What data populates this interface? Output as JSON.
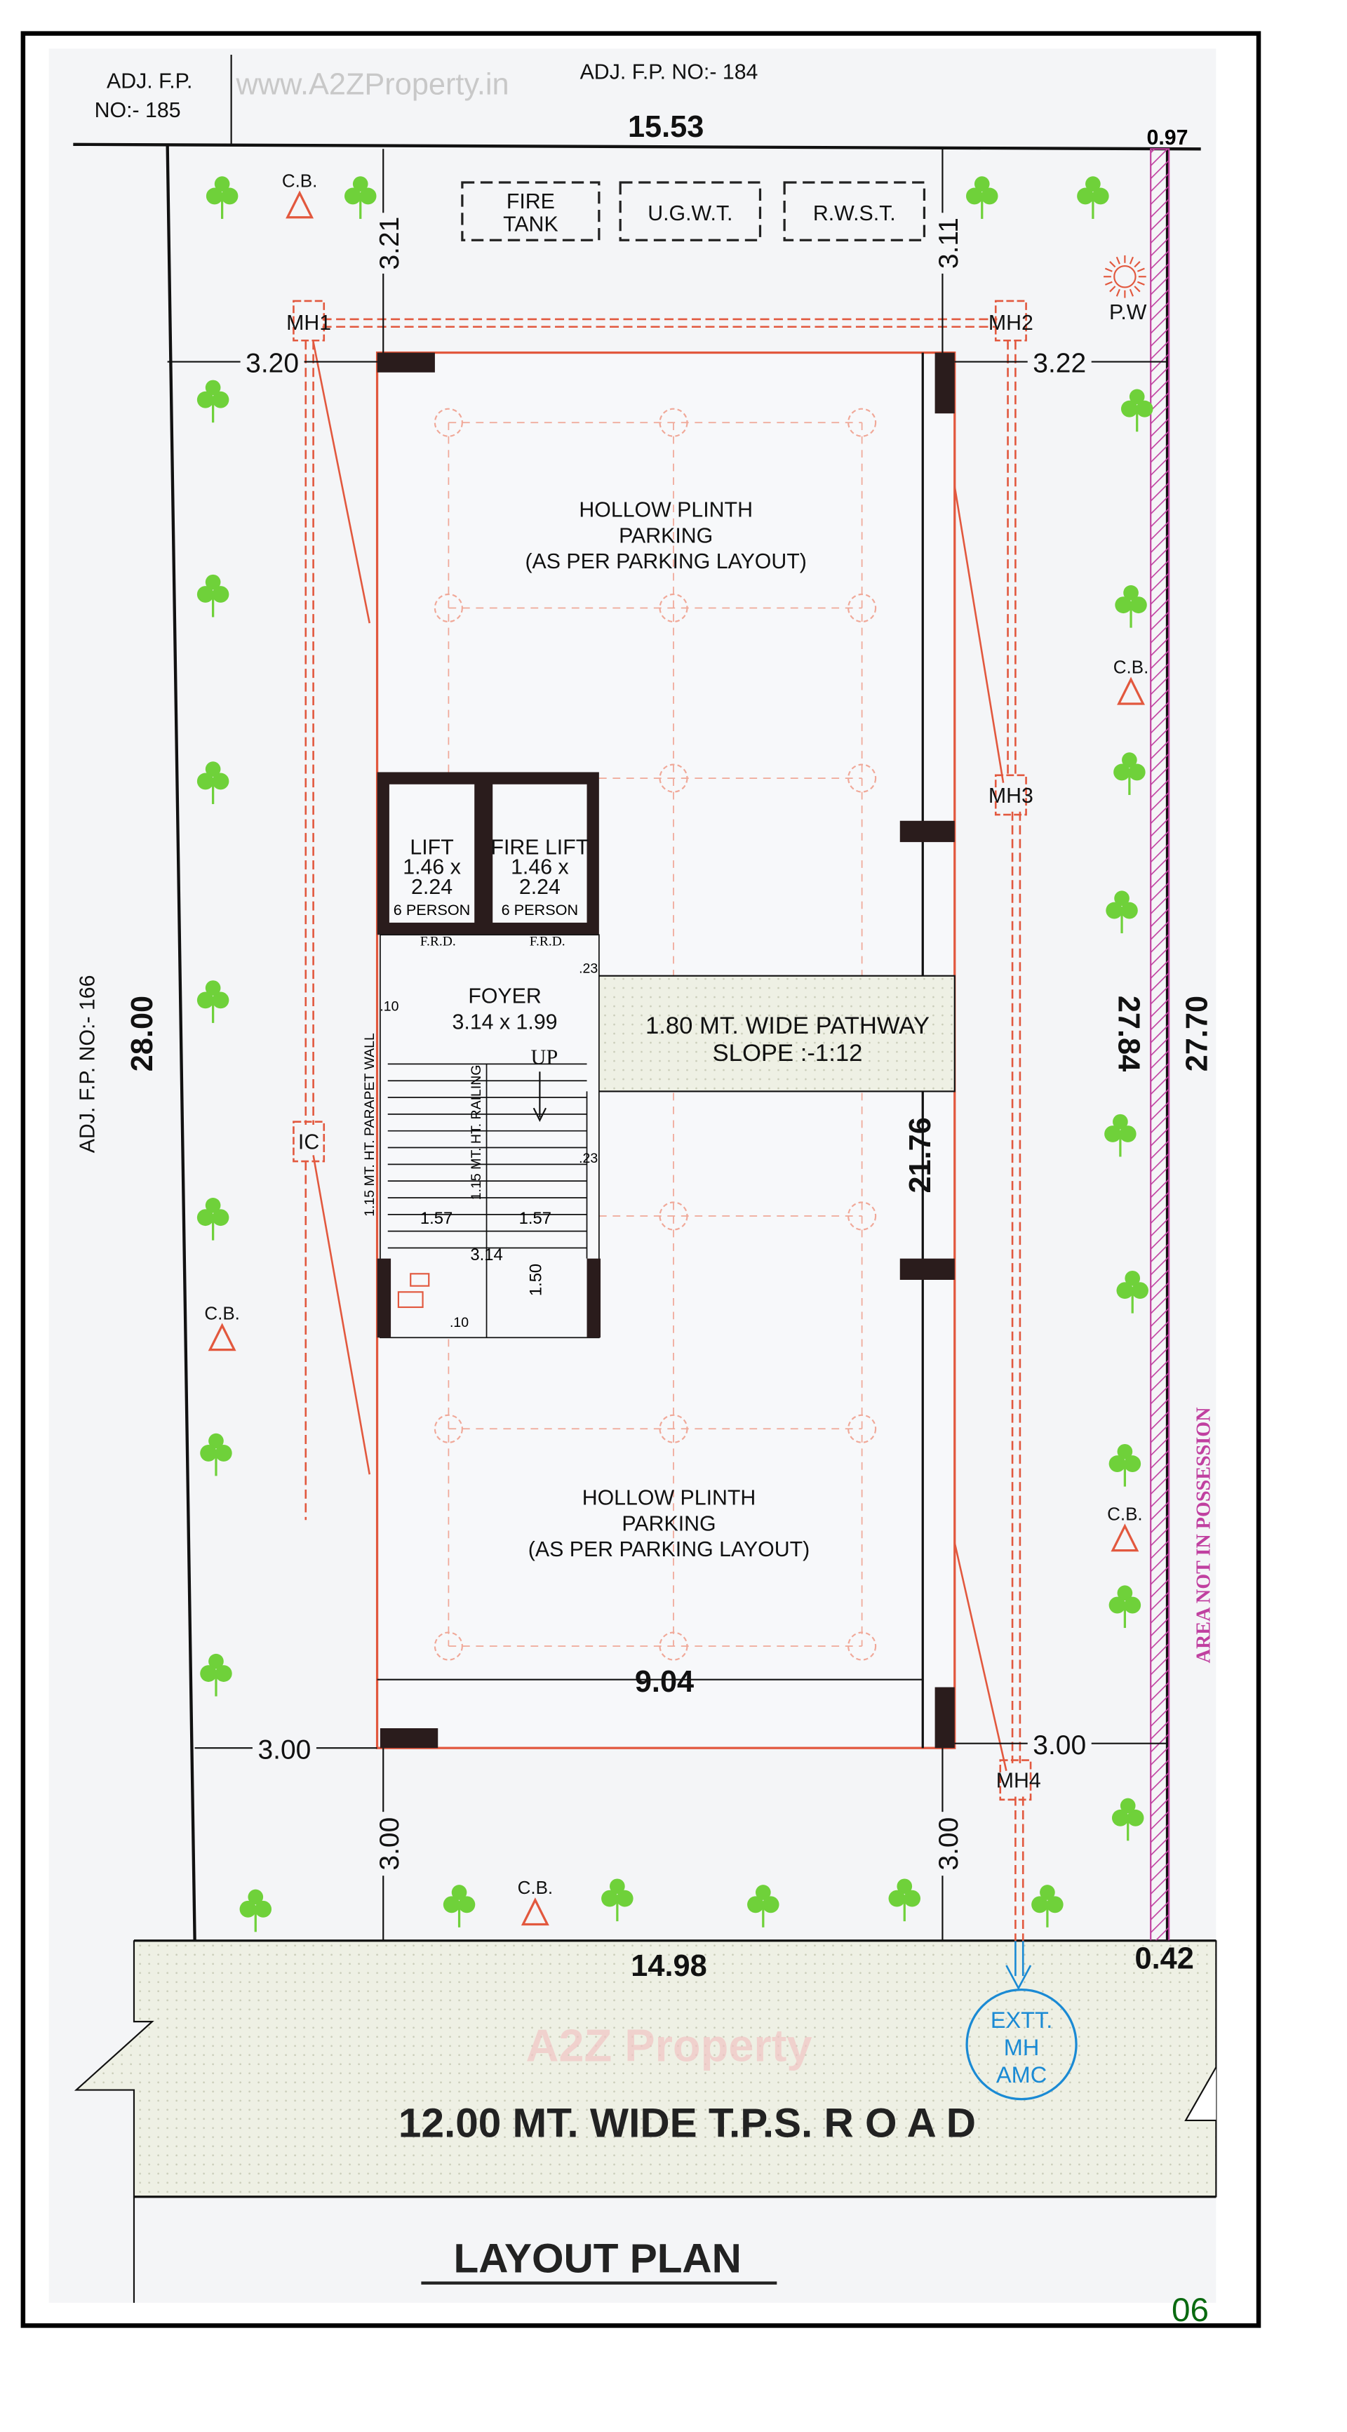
{
  "watermark_top": "www.A2ZProperty.in",
  "watermark_road": "A2Z Property",
  "adjacent": {
    "north": "ADJ. F.P. NO:- 184",
    "northwest_line1": "ADJ. F.P.",
    "northwest_line2": "NO:- 185",
    "west": "ADJ. F.P. NO:- 166"
  },
  "dimensions": {
    "top_width": "15.53",
    "top_right": "0.97",
    "front_margin_left": "3.21",
    "front_margin_right": "3.11",
    "side_left_top": "3.20",
    "side_right_top": "3.22",
    "plot_left_depth": "28.00",
    "plot_right_inner": "27.84",
    "plot_right_outer": "27.70",
    "building_depth": "21.76",
    "building_width": "9.04",
    "side_left_bottom": "3.00",
    "side_right_bottom": "3.00",
    "rear_left": "3.00",
    "rear_right": "3.00",
    "bottom_width": "14.98",
    "bottom_right": "0.42"
  },
  "utilities": {
    "fire_tank_line1": "FIRE",
    "fire_tank_line2": "TANK",
    "ugwt": "U.G.W.T.",
    "rwst": "R.W.S.T.",
    "pw": "P.W",
    "cb": "C.B.",
    "manholes": [
      "MH1",
      "MH2",
      "MH3",
      "MH4"
    ],
    "ic": "IC",
    "ext_mh": [
      "EXTT.",
      "MH",
      "AMC"
    ]
  },
  "parking_top": [
    "HOLLOW PLINTH",
    "PARKING",
    "(AS PER PARKING LAYOUT)"
  ],
  "parking_bottom": [
    "HOLLOW PLINTH",
    "PARKING",
    "(AS PER PARKING LAYOUT)"
  ],
  "core": {
    "lift": [
      "LIFT",
      "1.46 x",
      "2.24",
      "6 PERSON"
    ],
    "fire_lift": [
      "FIRE LIFT",
      "1.46 x",
      "2.24",
      "6 PERSON"
    ],
    "frd": "F.R.D.",
    "foyer": [
      "FOYER",
      "3.14 x 1.99"
    ],
    "up": "UP",
    "parapet": "1.15 MT. HT. PARAPET WALL",
    "railing": "1.15 MT. HT. RAILING",
    "dim_023": ".23",
    "dim_010": ".10",
    "flight": "1.57",
    "stair_width": "3.14",
    "landing": "1.50"
  },
  "pathway": [
    "1.80 MT. WIDE PATHWAY",
    "SLOPE :-1:12"
  ],
  "area_not_in_possession": "AREA NOT IN POSSESSION",
  "road": "12.00 MT.  WIDE  T.P.S. R O A D",
  "title": "LAYOUT PLAN",
  "page_number": "06",
  "colors": {
    "tree": "#6fd13a",
    "drainage": "#e2583e",
    "ext_mh": "#1a8ad4",
    "hatch": "#c040a0",
    "page_number": "#0a6a10"
  }
}
